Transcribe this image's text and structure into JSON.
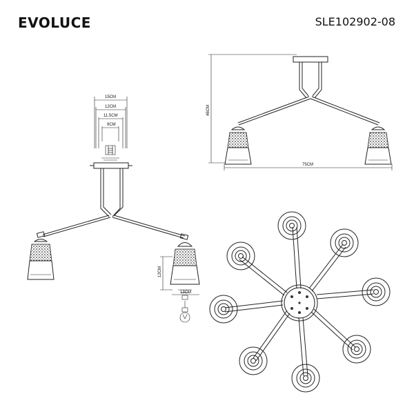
{
  "header": {
    "brand": "EVOLUCE",
    "model": "SLE102902-08"
  },
  "dimensions": {
    "canopy_width": "15CM",
    "canopy_inner_width": "12CM",
    "canopy_plate_width": "11.5CM",
    "canopy_mount_width": "9CM",
    "height": "46CM",
    "total_width": "75CM",
    "shade_height": "12CM",
    "shade_width": "13CM"
  },
  "icons": {
    "bulb": "bulb-icon"
  }
}
